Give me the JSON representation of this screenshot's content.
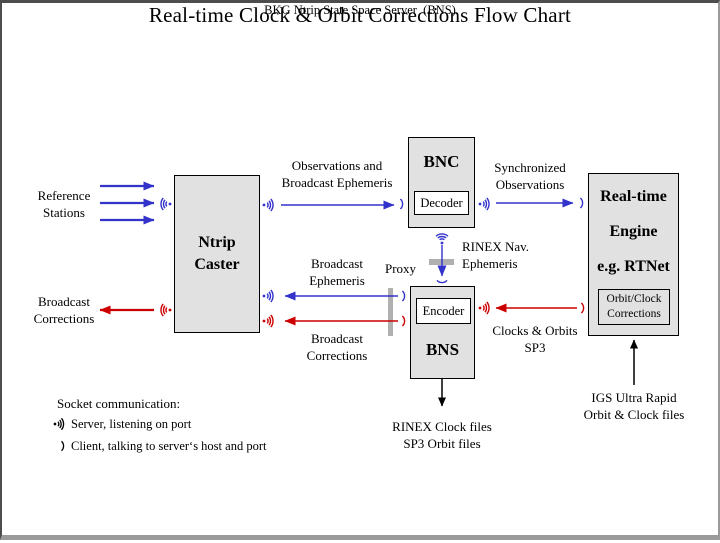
{
  "title": "Real-time Clock & Orbit Corrections Flow Chart",
  "subtitle": "BKG Ntrip State Space Server  (BNS)",
  "boxes": {
    "ntrip_caster": [
      "Ntrip",
      "Caster"
    ],
    "bnc": {
      "title": "BNC",
      "sub": "Decoder"
    },
    "bns": {
      "title": "BNS",
      "sub": "Encoder"
    },
    "rt_engine": {
      "lines": [
        "Real-time",
        "Engine",
        "e.g. RTNet"
      ],
      "sub": [
        "Orbit/Clock",
        "Corrections"
      ]
    }
  },
  "labels": {
    "reference_stations": [
      "Reference",
      "Stations"
    ],
    "broadcast_corrections_left": [
      "Broadcast",
      "Corrections"
    ],
    "observations": [
      "Observations and",
      "Broadcast Ephemeris"
    ],
    "synchronized": [
      "Synchronized",
      "Observations"
    ],
    "rinex_nav": [
      "RINEX Nav.",
      "Ephemeris"
    ],
    "proxy": "Proxy",
    "broadcast_ephemeris": [
      "Broadcast",
      "Ephemeris"
    ],
    "broadcast_corrections_mid": [
      "Broadcast",
      "Corrections"
    ],
    "clocks_orbits": [
      "Clocks & Orbits",
      "SP3"
    ],
    "rinex_clock_files": [
      "RINEX Clock files",
      "SP3 Orbit files"
    ],
    "igs_ultra_rapid": [
      "IGS Ultra Rapid",
      "Orbit & Clock files"
    ]
  },
  "legend": {
    "title": "Socket communication:",
    "server": "Server, listening on port",
    "client": "Client, talking to server‘s host and port"
  },
  "colors": {
    "blue": "#3333cc",
    "red": "#cc0000",
    "box_fill": "#e1e1e1",
    "proxy_gray": "#b0b0b0",
    "frame_dark": "#4d4d4d",
    "frame_light": "#9a9a9a"
  }
}
